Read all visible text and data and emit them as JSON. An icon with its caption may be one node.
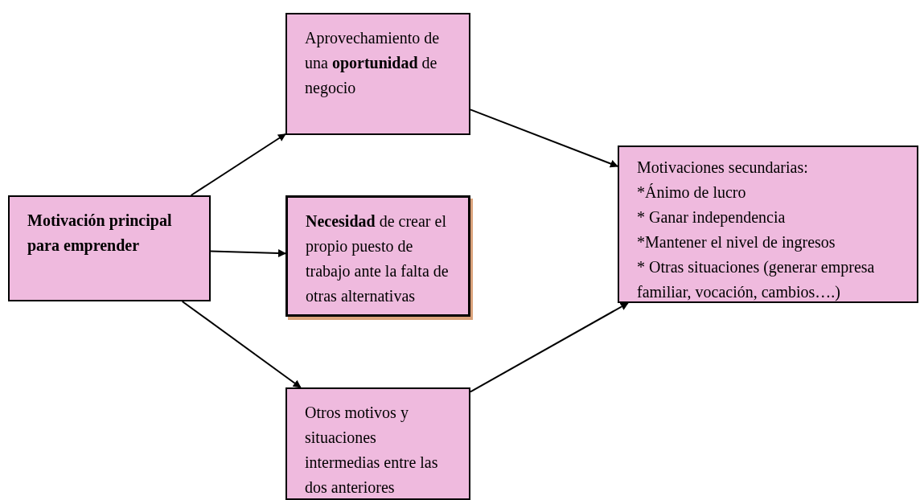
{
  "diagram": {
    "nodes": [
      {
        "text": [
          "Motivación principal para emprender"
        ]
      },
      {
        "text": [
          "Aprovechamiento de una **oportunidad** de negocio"
        ]
      },
      {
        "text": [
          "**Necesidad** de crear el propio puesto de trabajo ante la falta de otras alternativas"
        ]
      },
      {
        "text": [
          "Otros motivos y situaciones intermedias entre las dos anteriores"
        ]
      },
      {
        "text": [
          "Motivaciones secundarias:",
          "*Ánimo de lucro",
          "* Ganar independencia",
          "*Mantener el nivel de ingresos",
          "* Otras situaciones (generar empresa familiar, vocación, cambios….)"
        ]
      }
    ],
    "edges": [
      {
        "from": 0,
        "to": 1,
        "arrow": "to"
      },
      {
        "from": 0,
        "to": 2,
        "arrow": "to"
      },
      {
        "from": 0,
        "to": 3,
        "arrow": "to"
      },
      {
        "from": 1,
        "to": 4,
        "arrow": "to"
      },
      {
        "from": 3,
        "to": 4,
        "arrow": "to"
      }
    ]
  }
}
